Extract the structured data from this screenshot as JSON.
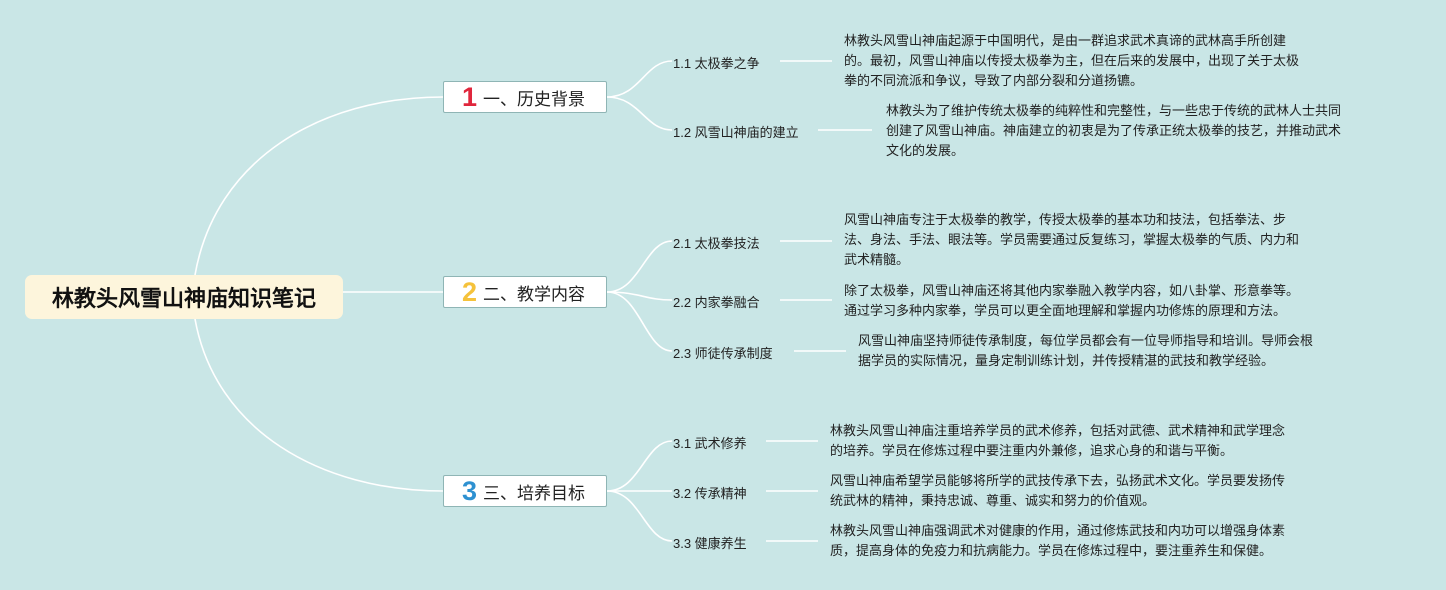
{
  "root": {
    "title": "林教头风雪山神庙知识笔记"
  },
  "colors": {
    "line": "#ffffff",
    "num1": "#e0263c",
    "num2": "#f5c23b",
    "num3": "#2e91d1"
  },
  "branches": [
    {
      "num": "1",
      "label": "一、历史背景",
      "subs": [
        {
          "label": "1.1 太极拳之争",
          "text": [
            "林教头风雪山神庙起源于中国明代，是由一群追求武术真谛的武林高手所创建",
            "的。最初，风雪山神庙以传授太极拳为主，但在后来的发展中，出现了关于太极",
            "拳的不同流派和争议，导致了内部分裂和分道扬镳。"
          ]
        },
        {
          "label": "1.2 风雪山神庙的建立",
          "text": [
            "林教头为了维护传统太极拳的纯粹性和完整性，与一些忠于传统的武林人士共同",
            "创建了风雪山神庙。神庙建立的初衷是为了传承正统太极拳的技艺，并推动武术",
            "文化的发展。"
          ]
        }
      ]
    },
    {
      "num": "2",
      "label": "二、教学内容",
      "subs": [
        {
          "label": "2.1 太极拳技法",
          "text": [
            "风雪山神庙专注于太极拳的教学，传授太极拳的基本功和技法，包括拳法、步",
            "法、身法、手法、眼法等。学员需要通过反复练习，掌握太极拳的气质、内力和",
            "武术精髓。"
          ]
        },
        {
          "label": "2.2 内家拳融合",
          "text": [
            "除了太极拳，风雪山神庙还将其他内家拳融入教学内容，如八卦掌、形意拳等。",
            "通过学习多种内家拳，学员可以更全面地理解和掌握内功修炼的原理和方法。"
          ]
        },
        {
          "label": "2.3 师徒传承制度",
          "text": [
            "风雪山神庙坚持师徒传承制度，每位学员都会有一位导师指导和培训。导师会根",
            "据学员的实际情况，量身定制训练计划，并传授精湛的武技和教学经验。"
          ]
        }
      ]
    },
    {
      "num": "3",
      "label": "三、培养目标",
      "subs": [
        {
          "label": "3.1 武术修养",
          "text": [
            "林教头风雪山神庙注重培养学员的武术修养，包括对武德、武术精神和武学理念",
            "的培养。学员在修炼过程中要注重内外兼修，追求心身的和谐与平衡。"
          ]
        },
        {
          "label": "3.2 传承精神",
          "text": [
            "风雪山神庙希望学员能够将所学的武技传承下去，弘扬武术文化。学员要发扬传",
            "统武林的精神，秉持忠诚、尊重、诚实和努力的价值观。"
          ]
        },
        {
          "label": "3.3 健康养生",
          "text": [
            "林教头风雪山神庙强调武术对健康的作用，通过修炼武技和内功可以增强身体素",
            "质，提高身体的免疫力和抗病能力。学员在修炼过程中，要注重养生和保健。"
          ]
        }
      ]
    }
  ]
}
